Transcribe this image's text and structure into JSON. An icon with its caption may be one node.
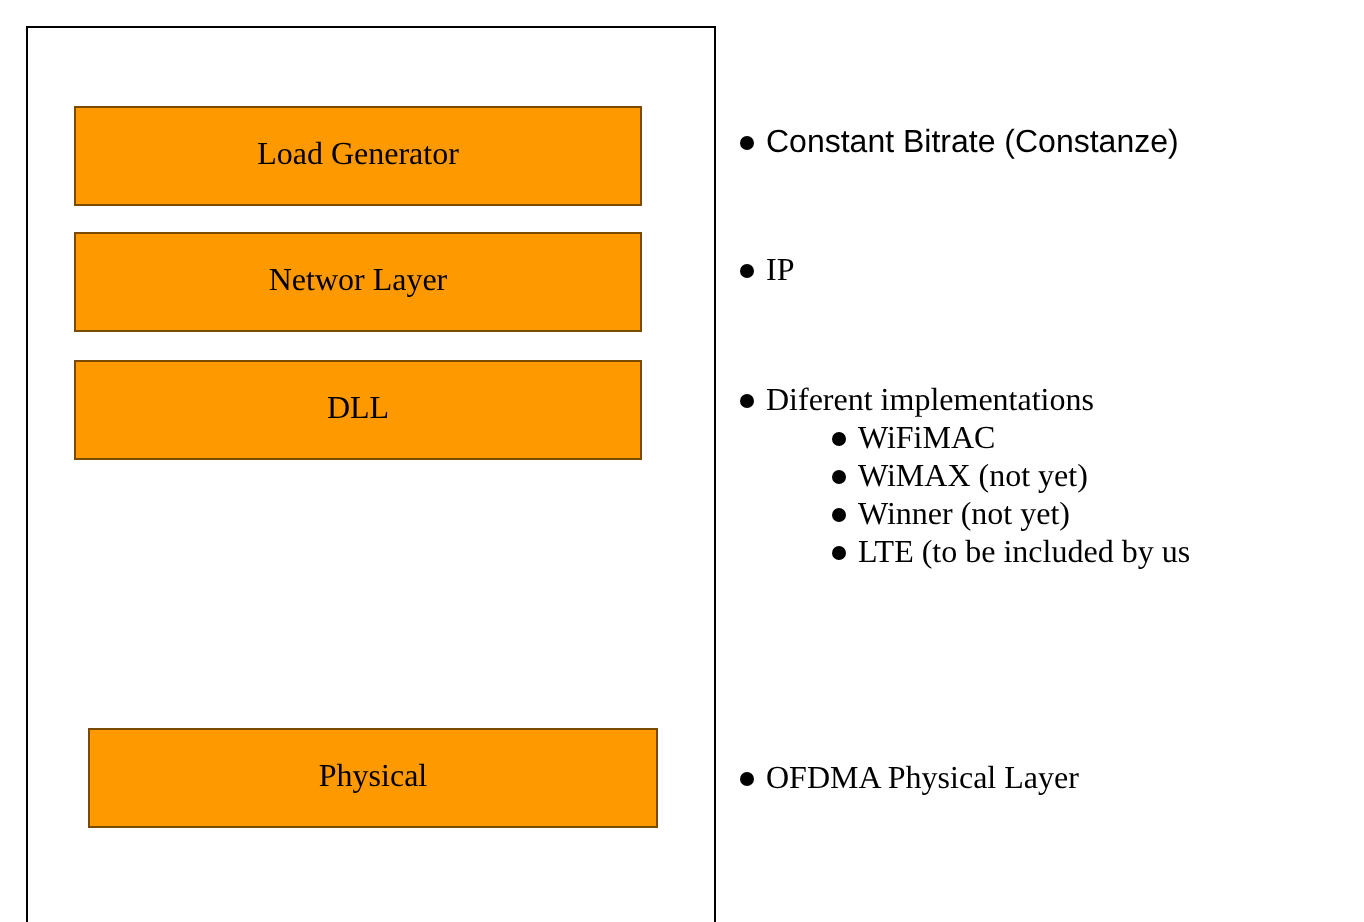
{
  "diagram": {
    "nodes": [
      {
        "text": [],
        "shape": "box"
      },
      {
        "text": [
          "Load Generator"
        ],
        "in": 0
      },
      {
        "text": [
          "Networ Layer"
        ],
        "in": 0
      },
      {
        "text": [
          "DLL"
        ],
        "in": 0
      },
      {
        "text": [
          "Physical"
        ],
        "in": 0
      }
    ],
    "labels": [
      "Constant Bitrate (Constanze)",
      "IP",
      "Diferent implementations",
      "WiFiMAC",
      "WiMAX (not yet)",
      "Winner (not yet)",
      "LTE (to be included by us",
      "OFDMA Physical Layer"
    ]
  }
}
